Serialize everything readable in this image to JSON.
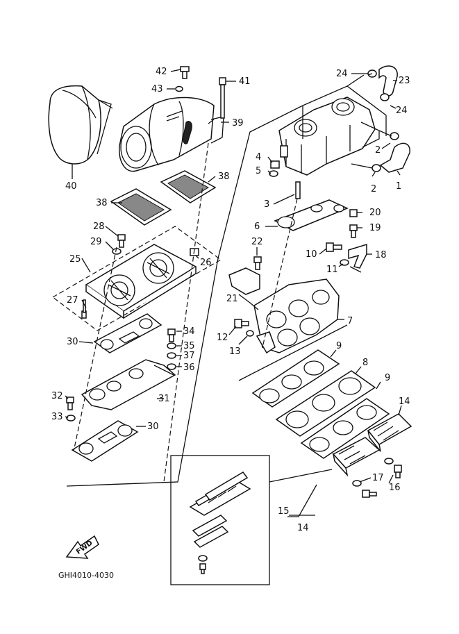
{
  "figure_code": "GHI4010-4030",
  "fwd_label": "FWD",
  "callouts": [
    {
      "id": "c42",
      "text": "42"
    },
    {
      "id": "c43",
      "text": "43"
    },
    {
      "id": "c41",
      "text": "41"
    },
    {
      "id": "c39",
      "text": "39"
    },
    {
      "id": "c40",
      "text": "40"
    },
    {
      "id": "c38a",
      "text": "38"
    },
    {
      "id": "c38b",
      "text": "38"
    },
    {
      "id": "c28",
      "text": "28"
    },
    {
      "id": "c29",
      "text": "29"
    },
    {
      "id": "c25",
      "text": "25"
    },
    {
      "id": "c26",
      "text": "26"
    },
    {
      "id": "c27",
      "text": "27"
    },
    {
      "id": "c30a",
      "text": "30"
    },
    {
      "id": "c34",
      "text": "34"
    },
    {
      "id": "c35",
      "text": "35"
    },
    {
      "id": "c37",
      "text": "37"
    },
    {
      "id": "c36",
      "text": "36"
    },
    {
      "id": "c31",
      "text": "31"
    },
    {
      "id": "c32",
      "text": "32"
    },
    {
      "id": "c33",
      "text": "33"
    },
    {
      "id": "c30b",
      "text": "30"
    },
    {
      "id": "c24a",
      "text": "24"
    },
    {
      "id": "c23",
      "text": "23"
    },
    {
      "id": "c24b",
      "text": "24"
    },
    {
      "id": "c4",
      "text": "4"
    },
    {
      "id": "c5",
      "text": "5"
    },
    {
      "id": "c2a",
      "text": "2"
    },
    {
      "id": "c2b",
      "text": "2"
    },
    {
      "id": "c1",
      "text": "1"
    },
    {
      "id": "c3",
      "text": "3"
    },
    {
      "id": "c20",
      "text": "20"
    },
    {
      "id": "c6",
      "text": "6"
    },
    {
      "id": "c19",
      "text": "19"
    },
    {
      "id": "c22",
      "text": "22"
    },
    {
      "id": "c10",
      "text": "10"
    },
    {
      "id": "c18",
      "text": "18"
    },
    {
      "id": "c11",
      "text": "11"
    },
    {
      "id": "c21",
      "text": "21"
    },
    {
      "id": "c7",
      "text": "7"
    },
    {
      "id": "c12",
      "text": "12"
    },
    {
      "id": "c13",
      "text": "13"
    },
    {
      "id": "c9a",
      "text": "9"
    },
    {
      "id": "c8",
      "text": "8"
    },
    {
      "id": "c9b",
      "text": "9"
    },
    {
      "id": "c14a",
      "text": "14"
    },
    {
      "id": "c17",
      "text": "17"
    },
    {
      "id": "c16",
      "text": "16"
    },
    {
      "id": "c15",
      "text": "15"
    },
    {
      "id": "c14b",
      "text": "14"
    }
  ]
}
